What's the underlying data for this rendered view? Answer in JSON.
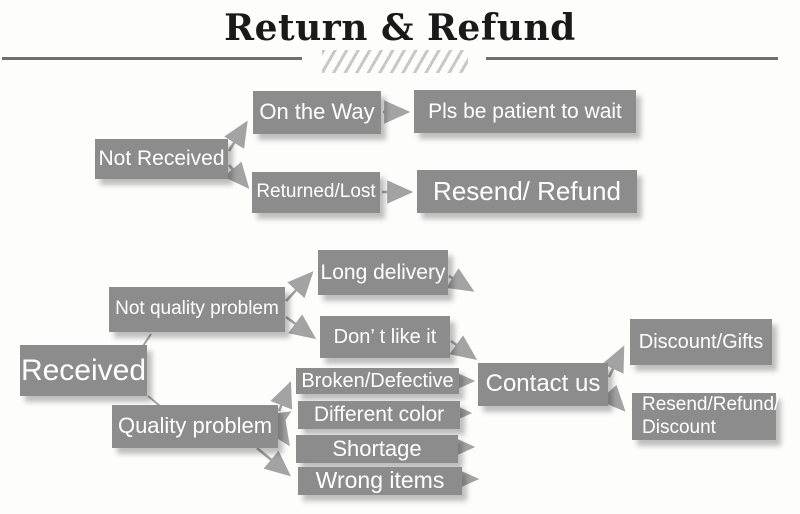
{
  "title": "Return & Refund",
  "colors": {
    "box_gray": "#8c8c8c",
    "box_text": "#ffffff",
    "arrow_gray": "#a3a3a3",
    "title_text": "#1a1a1a",
    "rule_gray": "#6f6f6f",
    "hatch_gray": "#c8c8c8",
    "background": "#fdfdfc"
  },
  "nodes": {
    "not_received": "Not Received",
    "on_the_way": "On the Way",
    "pls_be_patient": "Pls be patient to wait",
    "returned_lost": "Returned/Lost",
    "resend_refund": "Resend/ Refund",
    "received": "Received",
    "not_quality_problem": "Not quality problem",
    "quality_problem": "Quality problem",
    "long_delivery": "Long delivery",
    "dont_like_it": "Don’ t like it",
    "broken_defective": "Broken/Defective",
    "different_color": "Different color",
    "shortage": "Shortage",
    "wrong_items": "Wrong items",
    "contact_us": "Contact us",
    "discount_gifts": "Discount/Gifts",
    "resend_refund_discount_line1": "Resend/Refund/",
    "resend_refund_discount_line2": "Discount"
  },
  "edges": [
    {
      "from": "not_received",
      "to": "on_the_way"
    },
    {
      "from": "not_received",
      "to": "returned_lost"
    },
    {
      "from": "on_the_way",
      "to": "pls_be_patient"
    },
    {
      "from": "returned_lost",
      "to": "resend_refund"
    },
    {
      "from": "received",
      "to": "not_quality_problem"
    },
    {
      "from": "received",
      "to": "quality_problem"
    },
    {
      "from": "not_quality_problem",
      "to": "long_delivery"
    },
    {
      "from": "not_quality_problem",
      "to": "dont_like_it"
    },
    {
      "from": "quality_problem",
      "to": "broken_defective"
    },
    {
      "from": "quality_problem",
      "to": "different_color"
    },
    {
      "from": "quality_problem",
      "to": "shortage"
    },
    {
      "from": "quality_problem",
      "to": "wrong_items"
    },
    {
      "from": "long_delivery",
      "to": "contact_us"
    },
    {
      "from": "dont_like_it",
      "to": "contact_us"
    },
    {
      "from": "broken_defective",
      "to": "contact_us"
    },
    {
      "from": "different_color",
      "to": "contact_us"
    },
    {
      "from": "shortage",
      "to": "contact_us"
    },
    {
      "from": "wrong_items",
      "to": "contact_us"
    },
    {
      "from": "contact_us",
      "to": "discount_gifts"
    },
    {
      "from": "contact_us",
      "to": "resend_refund_discount"
    }
  ]
}
